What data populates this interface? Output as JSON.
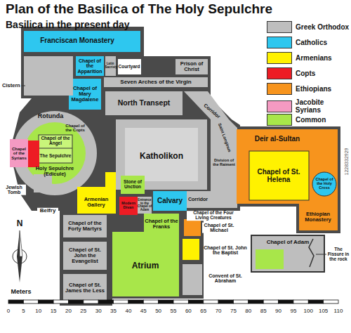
{
  "diagram": {
    "title": "Plan of the Basilica of The Holy Sepulchre",
    "labels": [
      "Basilica in the present day",
      "Franciscan Monastery",
      "Cistern",
      "Chapel of the Apparition",
      "Latin Sacristy",
      "Courtyard",
      "Chapel of Mary Magdalene",
      "Seven Arches of the Virgin",
      "Prison of Christ",
      "North Transept",
      "Rotunda",
      "Chapel of the Copts",
      "Chapel of the Angel",
      "The Sepulchre",
      "Holy Sepulchre (Edicule)",
      "Chapel of the Syrians",
      "Jewish Tomb",
      "Katholikon",
      "Corridor",
      "Saint Longinus",
      "Division of the Raiment",
      "Corridor",
      "Deir al-Sultan",
      "Chapel of St. Helena",
      "Chapel of the Holy Cross",
      "Ethiopian Monastery",
      "Stone of Unction",
      "Entrance to the Chapel of Adam",
      "Armenian Gallery",
      "Modern Divan",
      "Calvary",
      "Chapel of the Four Living Creatures",
      "Chapel of St. Michael",
      "Chapel of the Franks",
      "Belfry",
      "Chapel of the Forty Martyrs",
      "Chapel of St. John the Evangelist",
      "Chapel of St. James the Less",
      "Atrium",
      "Chapel of St. John the Baptist",
      "Convent of St. Abraham",
      "Chapel of Adam",
      "The Fissure in the rock",
      "N",
      "Meters",
      "1228332929",
      "0",
      "5",
      "10",
      "15",
      "20",
      "25",
      "30",
      "35",
      "40",
      "45",
      "50",
      "55",
      "60",
      "65",
      "70",
      "75",
      "80",
      "85",
      "90",
      "95",
      "100",
      "105",
      "110"
    ],
    "legend": [
      {
        "text": "Greek Orthodox",
        "color": "#bebebe"
      },
      {
        "text": "Catholics",
        "color": "#2ec7ef"
      },
      {
        "text": "Armenians",
        "color": "#fff200"
      },
      {
        "text": "Copts",
        "color": "#ed1c24"
      },
      {
        "text": "Ethiopians",
        "color": "#f7941d"
      },
      {
        "text": "Jacobite Syrians",
        "color": "#f49ac2"
      },
      {
        "text": "Common",
        "color": "#a8e64a"
      }
    ]
  }
}
